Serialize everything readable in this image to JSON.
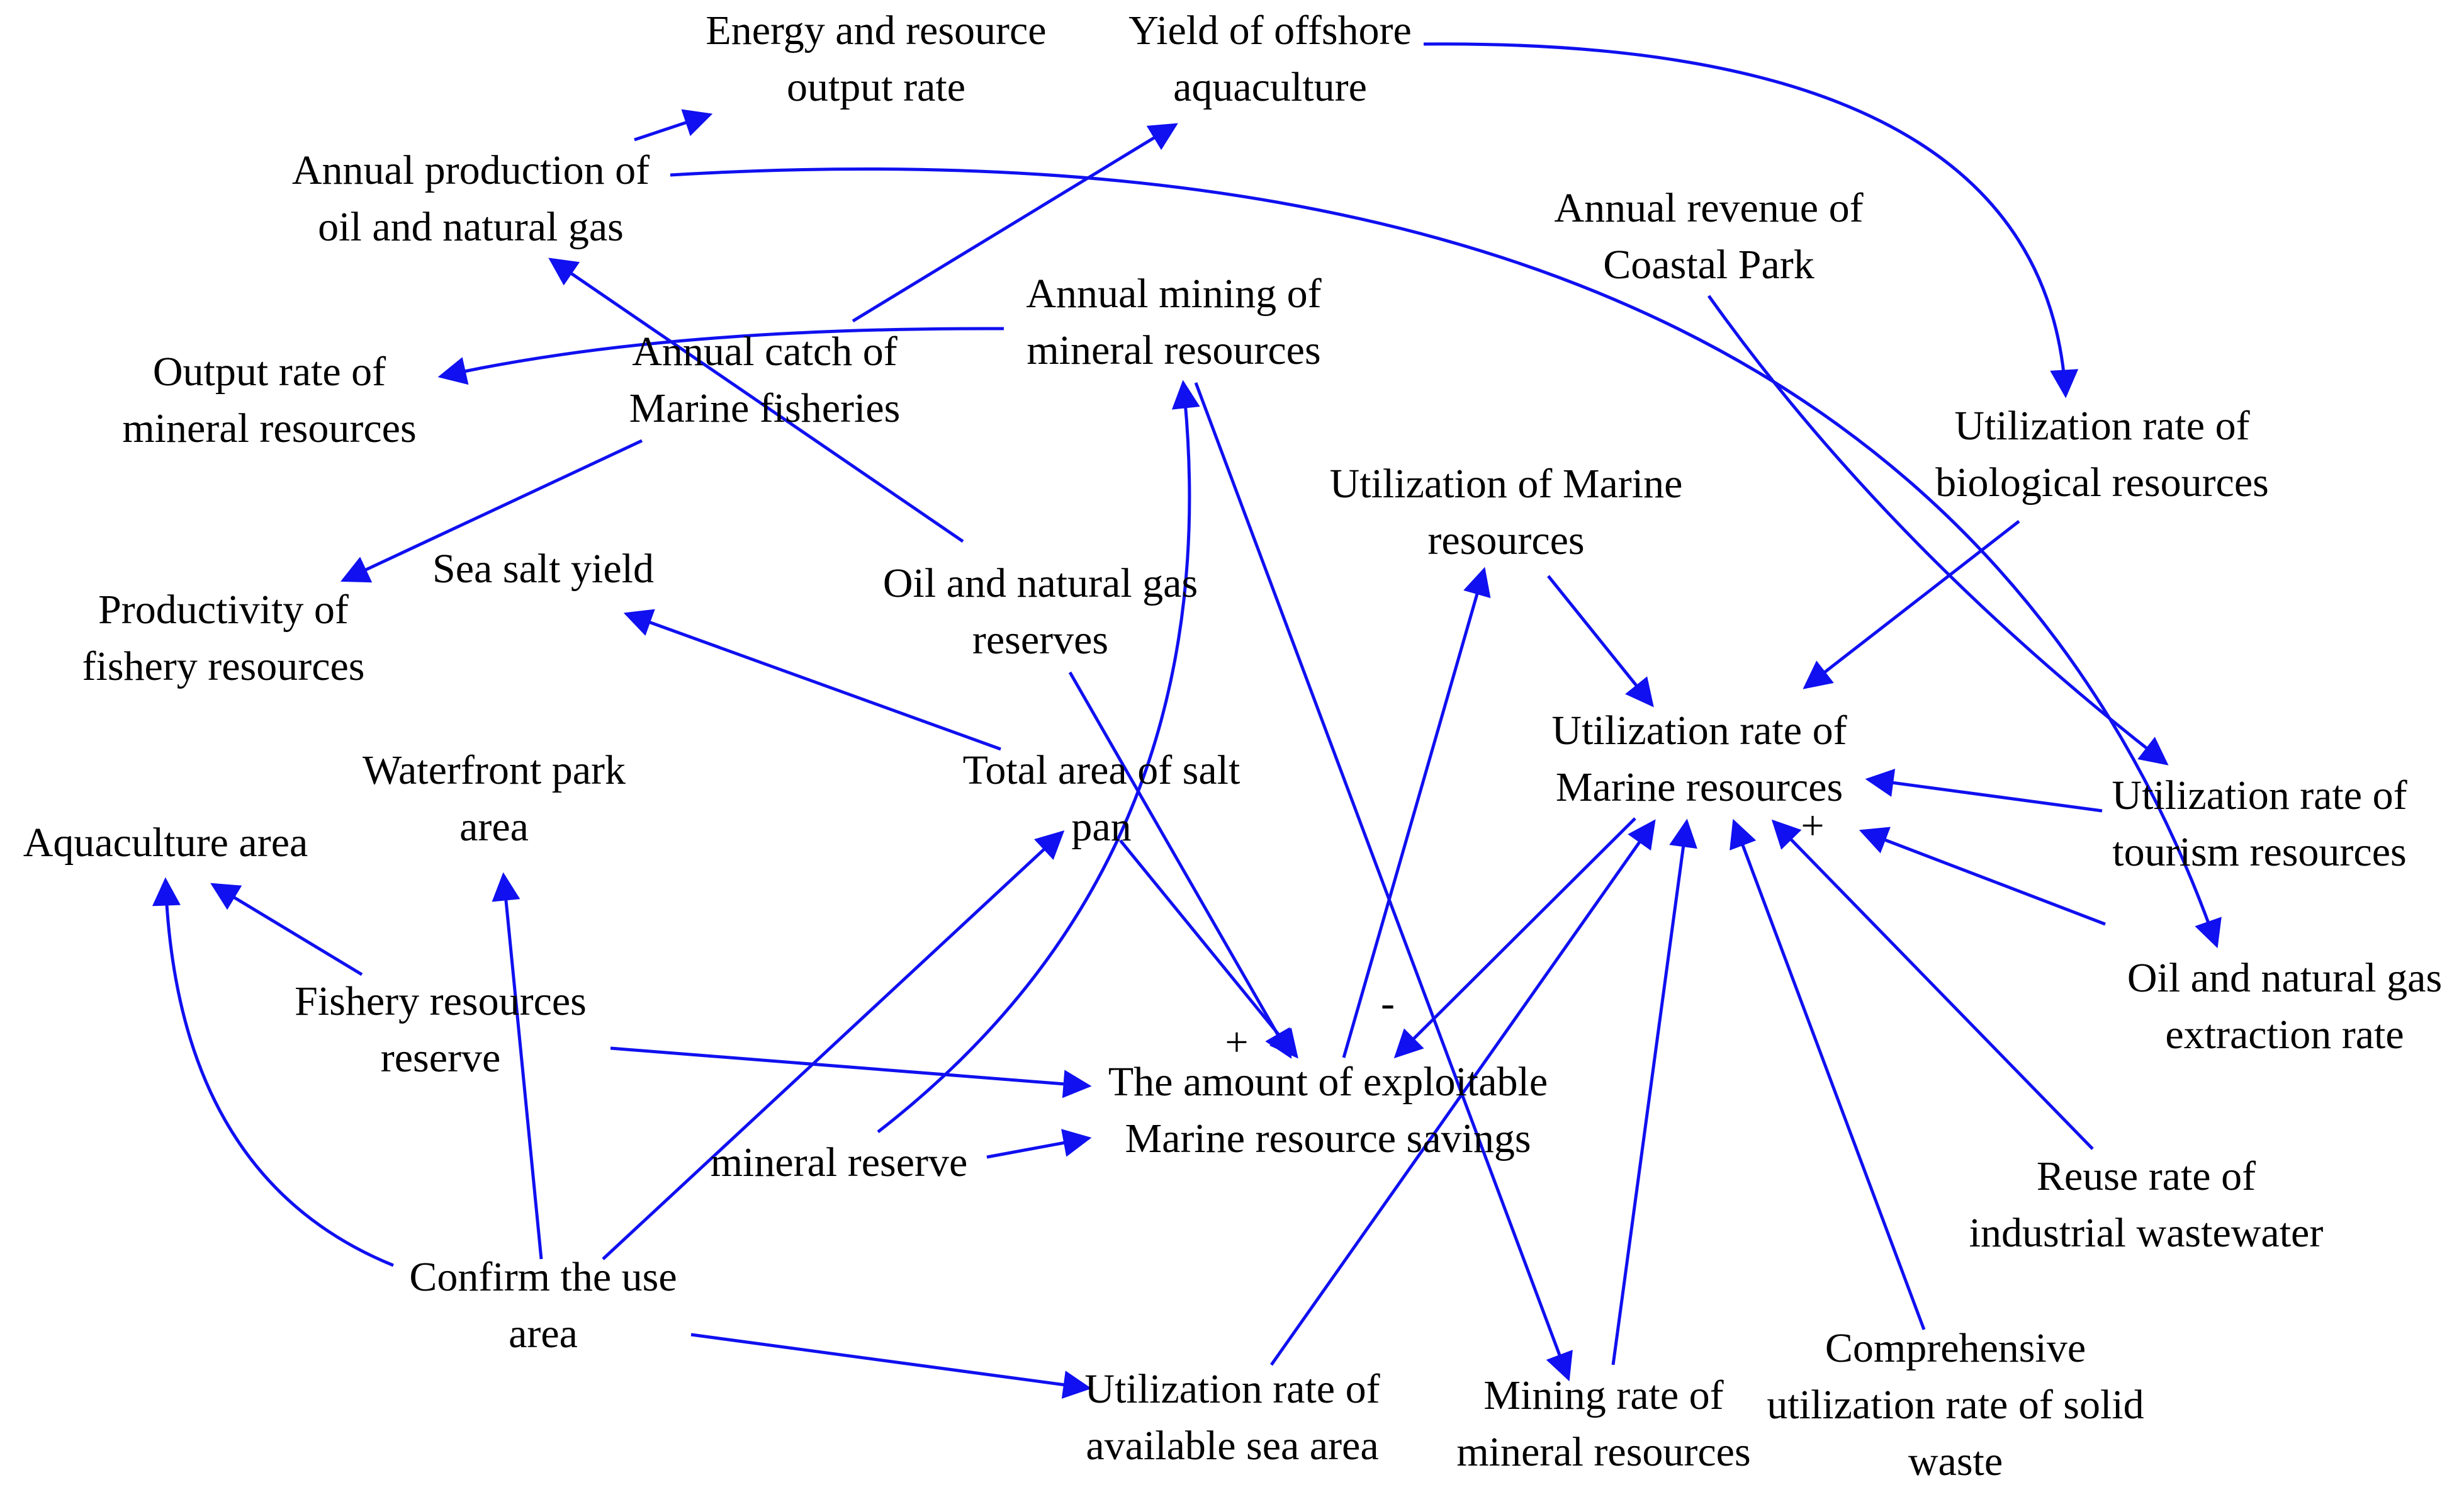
{
  "diagram": {
    "edge_color": "#1010F0",
    "text_color": "#000000",
    "nodes": [
      {
        "id": "energy_output_rate",
        "lines": [
          "Energy and resource",
          "output rate"
        ]
      },
      {
        "id": "yield_offshore_aquaculture",
        "lines": [
          "Yield of offshore",
          "aquaculture"
        ]
      },
      {
        "id": "annual_oil_gas",
        "lines": [
          "Annual production of",
          "oil and natural gas"
        ]
      },
      {
        "id": "annual_revenue_coastal_park",
        "lines": [
          "Annual revenue of",
          "Coastal Park"
        ]
      },
      {
        "id": "annual_mining_minerals",
        "lines": [
          "Annual mining of",
          "mineral resources"
        ]
      },
      {
        "id": "annual_catch_fisheries",
        "lines": [
          "Annual catch of",
          "Marine fisheries"
        ]
      },
      {
        "id": "output_rate_minerals",
        "lines": [
          "Output rate of",
          "mineral resources"
        ]
      },
      {
        "id": "util_rate_biological",
        "lines": [
          "Utilization rate of",
          "biological resources"
        ]
      },
      {
        "id": "util_marine_resources",
        "lines": [
          "Utilization of Marine",
          "resources"
        ]
      },
      {
        "id": "sea_salt_yield",
        "lines": [
          "Sea salt yield"
        ]
      },
      {
        "id": "oil_gas_reserves",
        "lines": [
          "Oil and natural gas",
          "reserves"
        ]
      },
      {
        "id": "productivity_fishery",
        "lines": [
          "Productivity of",
          "fishery resources"
        ]
      },
      {
        "id": "util_rate_marine",
        "lines": [
          "Utilization rate of",
          "Marine resources"
        ]
      },
      {
        "id": "waterfront_park_area",
        "lines": [
          "Waterfront park",
          "area"
        ]
      },
      {
        "id": "total_salt_pan",
        "lines": [
          "Total area of salt",
          "pan"
        ]
      },
      {
        "id": "util_rate_tourism",
        "lines": [
          "Utilization rate of",
          "tourism resources"
        ]
      },
      {
        "id": "aquaculture_area",
        "lines": [
          "Aquaculture area"
        ]
      },
      {
        "id": "fishery_reserve",
        "lines": [
          "Fishery resources",
          "reserve"
        ]
      },
      {
        "id": "oil_gas_extraction_rate",
        "lines": [
          "Oil and natural gas",
          "extraction rate"
        ]
      },
      {
        "id": "exploitable_savings",
        "lines": [
          "The amount of exploitable",
          "Marine resource savings"
        ]
      },
      {
        "id": "mineral_reserve",
        "lines": [
          "mineral reserve"
        ]
      },
      {
        "id": "reuse_wastewater",
        "lines": [
          "Reuse rate of",
          "industrial wastewater"
        ]
      },
      {
        "id": "confirm_use_area",
        "lines": [
          "Confirm the use",
          "area"
        ]
      },
      {
        "id": "comprehensive_solid_waste",
        "lines": [
          "Comprehensive",
          "utilization rate of solid",
          "waste"
        ]
      },
      {
        "id": "util_available_sea_area",
        "lines": [
          "Utilization rate of",
          "available sea area"
        ]
      },
      {
        "id": "mining_rate_minerals",
        "lines": [
          "Mining rate of",
          "mineral resources"
        ]
      }
    ],
    "edges": [
      {
        "from": "annual_oil_gas",
        "to": "energy_output_rate"
      },
      {
        "from": "annual_catch_fisheries",
        "to": "yield_offshore_aquaculture"
      },
      {
        "from": "annual_mining_minerals",
        "to": "output_rate_minerals"
      },
      {
        "from": "annual_catch_fisheries",
        "to": "productivity_fishery"
      },
      {
        "from": "oil_gas_reserves",
        "to": "annual_oil_gas"
      },
      {
        "from": "annual_oil_gas",
        "to": "oil_gas_extraction_rate"
      },
      {
        "from": "yield_offshore_aquaculture",
        "to": "util_rate_biological"
      },
      {
        "from": "annual_revenue_coastal_park",
        "to": "util_rate_tourism"
      },
      {
        "from": "annual_mining_minerals",
        "to": "mining_rate_minerals"
      },
      {
        "from": "mineral_reserve",
        "to": "annual_mining_minerals"
      },
      {
        "from": "total_salt_pan",
        "to": "sea_salt_yield"
      },
      {
        "from": "oil_gas_reserves",
        "to": "exploitable_savings"
      },
      {
        "from": "total_salt_pan",
        "to": "exploitable_savings"
      },
      {
        "from": "fishery_reserve",
        "to": "exploitable_savings"
      },
      {
        "from": "mineral_reserve",
        "to": "exploitable_savings"
      },
      {
        "from": "fishery_reserve",
        "to": "aquaculture_area"
      },
      {
        "from": "confirm_use_area",
        "to": "aquaculture_area"
      },
      {
        "from": "confirm_use_area",
        "to": "waterfront_park_area"
      },
      {
        "from": "confirm_use_area",
        "to": "total_salt_pan"
      },
      {
        "from": "confirm_use_area",
        "to": "util_available_sea_area"
      },
      {
        "from": "exploitable_savings",
        "to": "util_marine_resources"
      },
      {
        "from": "util_marine_resources",
        "to": "util_rate_marine"
      },
      {
        "from": "util_rate_biological",
        "to": "util_rate_marine"
      },
      {
        "from": "util_rate_tourism",
        "to": "util_rate_marine"
      },
      {
        "from": "oil_gas_extraction_rate",
        "to": "util_rate_marine"
      },
      {
        "from": "reuse_wastewater",
        "to": "util_rate_marine"
      },
      {
        "from": "comprehensive_solid_waste",
        "to": "util_rate_marine"
      },
      {
        "from": "mining_rate_minerals",
        "to": "util_rate_marine"
      },
      {
        "from": "util_available_sea_area",
        "to": "util_rate_marine"
      },
      {
        "from": "util_rate_marine",
        "to": "exploitable_savings"
      }
    ],
    "signs": [
      {
        "id": "plus_savings",
        "text": "+"
      },
      {
        "id": "minus_savings",
        "text": "-"
      },
      {
        "id": "plus_marine",
        "text": "+"
      }
    ]
  }
}
